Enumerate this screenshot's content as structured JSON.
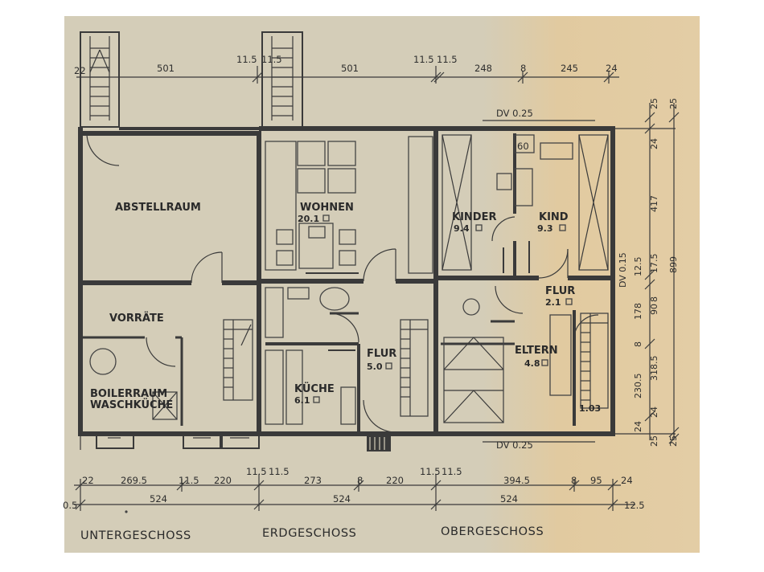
{
  "rooms": {
    "abstellraum": "ABSTELLRAUM",
    "vorraete": "VORRÄTE",
    "boilerraum": "BOILERRAUM",
    "waschkueche": "WASCHKÜCHE",
    "wohnen": "WOHNEN",
    "wohnen_area": "20.1",
    "kueche": "KÜCHE",
    "kueche_area": "6.1",
    "flur_eg": "FLUR",
    "flur_eg_area": "5.0",
    "kinder": "KINDER",
    "kinder_area": "9.4",
    "kind": "KIND",
    "kind_area": "9.3",
    "flur_og": "FLUR",
    "flur_og_area": "2.1",
    "eltern": "ELTERN",
    "eltern_area": "4.8",
    "closet": "1.03",
    "tag_60": "60"
  },
  "dimensions": {
    "top": [
      "22",
      "501",
      "11.5",
      "11.5",
      "501",
      "11.5",
      "11.5",
      "248",
      "8",
      "245",
      "24"
    ],
    "bottom1": [
      "22",
      "269.5",
      "11.5",
      "220",
      "11.5",
      "11.5",
      "273",
      "8",
      "220",
      "11.5",
      "11.5",
      "394.5",
      "8",
      "95",
      "24"
    ],
    "bottom2": [
      "0.5",
      "524",
      "524",
      "524",
      "12.5"
    ],
    "right": [
      "25",
      "25",
      "24",
      "417",
      "DV 0.15",
      "12.5",
      "17.5",
      "899",
      "8",
      "90",
      "178",
      "8",
      "318.5",
      "230.5",
      "24",
      "24",
      "25",
      "25"
    ],
    "dv_top": "DV 0.25",
    "dv_bottom": "DV 0.25"
  },
  "floors": {
    "untergeschoss": "UNTERGESCHOSS",
    "erdgeschoss": "ERDGESCHOSS",
    "obergeschoss": "OBERGESCHOSS"
  }
}
